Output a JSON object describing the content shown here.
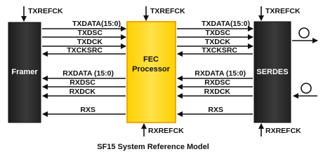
{
  "colors": {
    "block_dark": "#2a2a2a",
    "fec_fill": "#ffd400",
    "fec_border": "#f0a800",
    "line": "#111111"
  },
  "blocks": {
    "framer": "Framer",
    "fec_line1": "FEC",
    "fec_line2": "Processor",
    "serdes": "SERDES"
  },
  "refclk": {
    "framer_top": "TXREFCK",
    "fec_top": "TXREFCK",
    "serdes_top": "TXREFCK",
    "fec_bottom": "RXREFCK",
    "serdes_bottom": "RXREFCK"
  },
  "left_signals": {
    "tx": [
      "TXDATA(15:0)",
      "TXDSC",
      "TXDCK",
      "TXCKSRC"
    ],
    "rx": [
      "RXDATA (15:0)",
      "RXDSC",
      "RXDCK",
      "RXS"
    ]
  },
  "right_signals": {
    "tx": [
      "TXDATA(15:0)",
      "TXDSC",
      "TXDCK",
      "TXCKSRC"
    ],
    "rx": [
      "RXDATA (15:0)",
      "RXDSC",
      "RXDCK",
      "RXS"
    ]
  },
  "caption": "SF15 System Reference Model"
}
